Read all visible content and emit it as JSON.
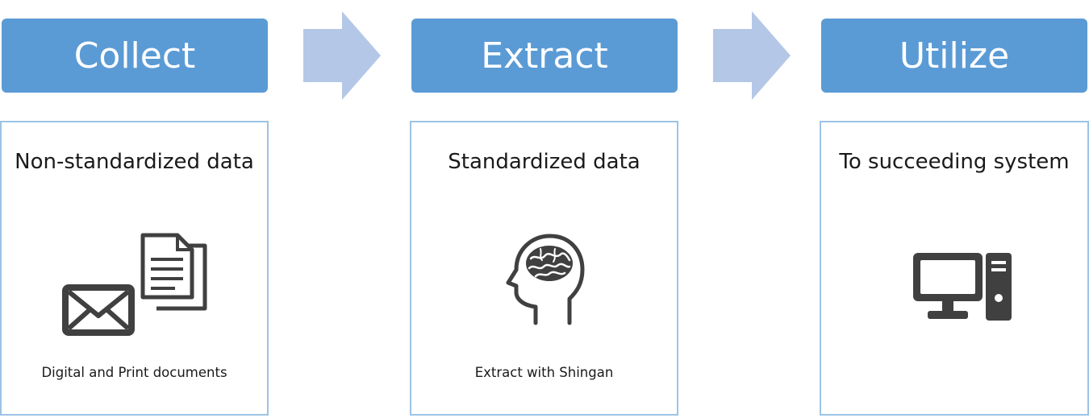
{
  "stages": [
    {
      "header": "Collect",
      "title": "Non-standardized data",
      "caption": "Digital and Print documents",
      "icons": [
        "envelope-icon",
        "documents-icon"
      ]
    },
    {
      "header": "Extract",
      "title": "Standardized data",
      "caption": "Extract with Shingan",
      "icons": [
        "brain-head-icon"
      ]
    },
    {
      "header": "Utilize",
      "title": "To succeeding system",
      "caption": "",
      "icons": [
        "desktop-computer-icon"
      ]
    }
  ],
  "colors": {
    "header_fill": "#5b9bd5",
    "header_text": "#ffffff",
    "arrow_fill": "#b4c7e7",
    "card_border": "#9dc3e6",
    "icon": "#404040"
  }
}
